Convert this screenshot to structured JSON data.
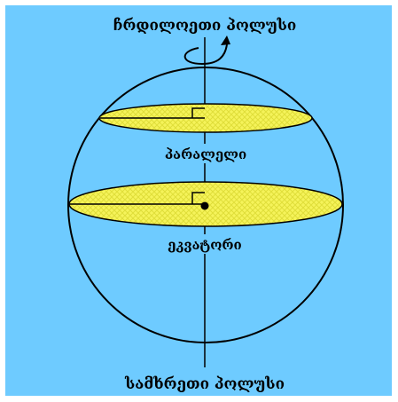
{
  "diagram": {
    "labels": {
      "north_pole": "ჩრდილოეთი პოლუსი",
      "parallel": "პარალელი",
      "equator": "ეკვატორი",
      "south_pole": "სამხრეთი პოლუსი"
    },
    "colors": {
      "background": "#6ecbff",
      "disc_fill": "#f5f35a",
      "disc_hatch": "#e0de3a",
      "outline": "#000000"
    },
    "icons": {
      "rotation": "rotation-arrow-icon"
    }
  }
}
